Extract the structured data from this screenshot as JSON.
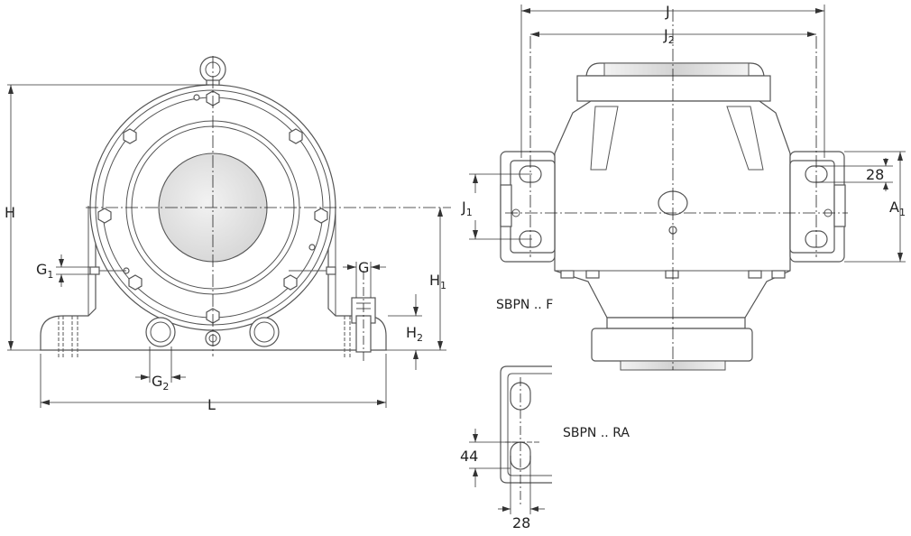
{
  "front_view": {
    "H": "H",
    "H1": "H",
    "H1_sub": "1",
    "H2": "H",
    "H2_sub": "2",
    "G": "G",
    "G1": "G",
    "G1_sub": "1",
    "G2": "G",
    "G2_sub": "2",
    "L": "L"
  },
  "side_view": {
    "J": "J",
    "J2": "J",
    "J2_sub": "2",
    "J1": "J",
    "J1_sub": "1",
    "A1": "A",
    "A1_sub": "1",
    "dim_28": "28",
    "caption_f": "SBPN .. F"
  },
  "detail_view": {
    "dim_44": "44",
    "dim_28": "28",
    "caption_ra": "SBPN .. RA"
  }
}
